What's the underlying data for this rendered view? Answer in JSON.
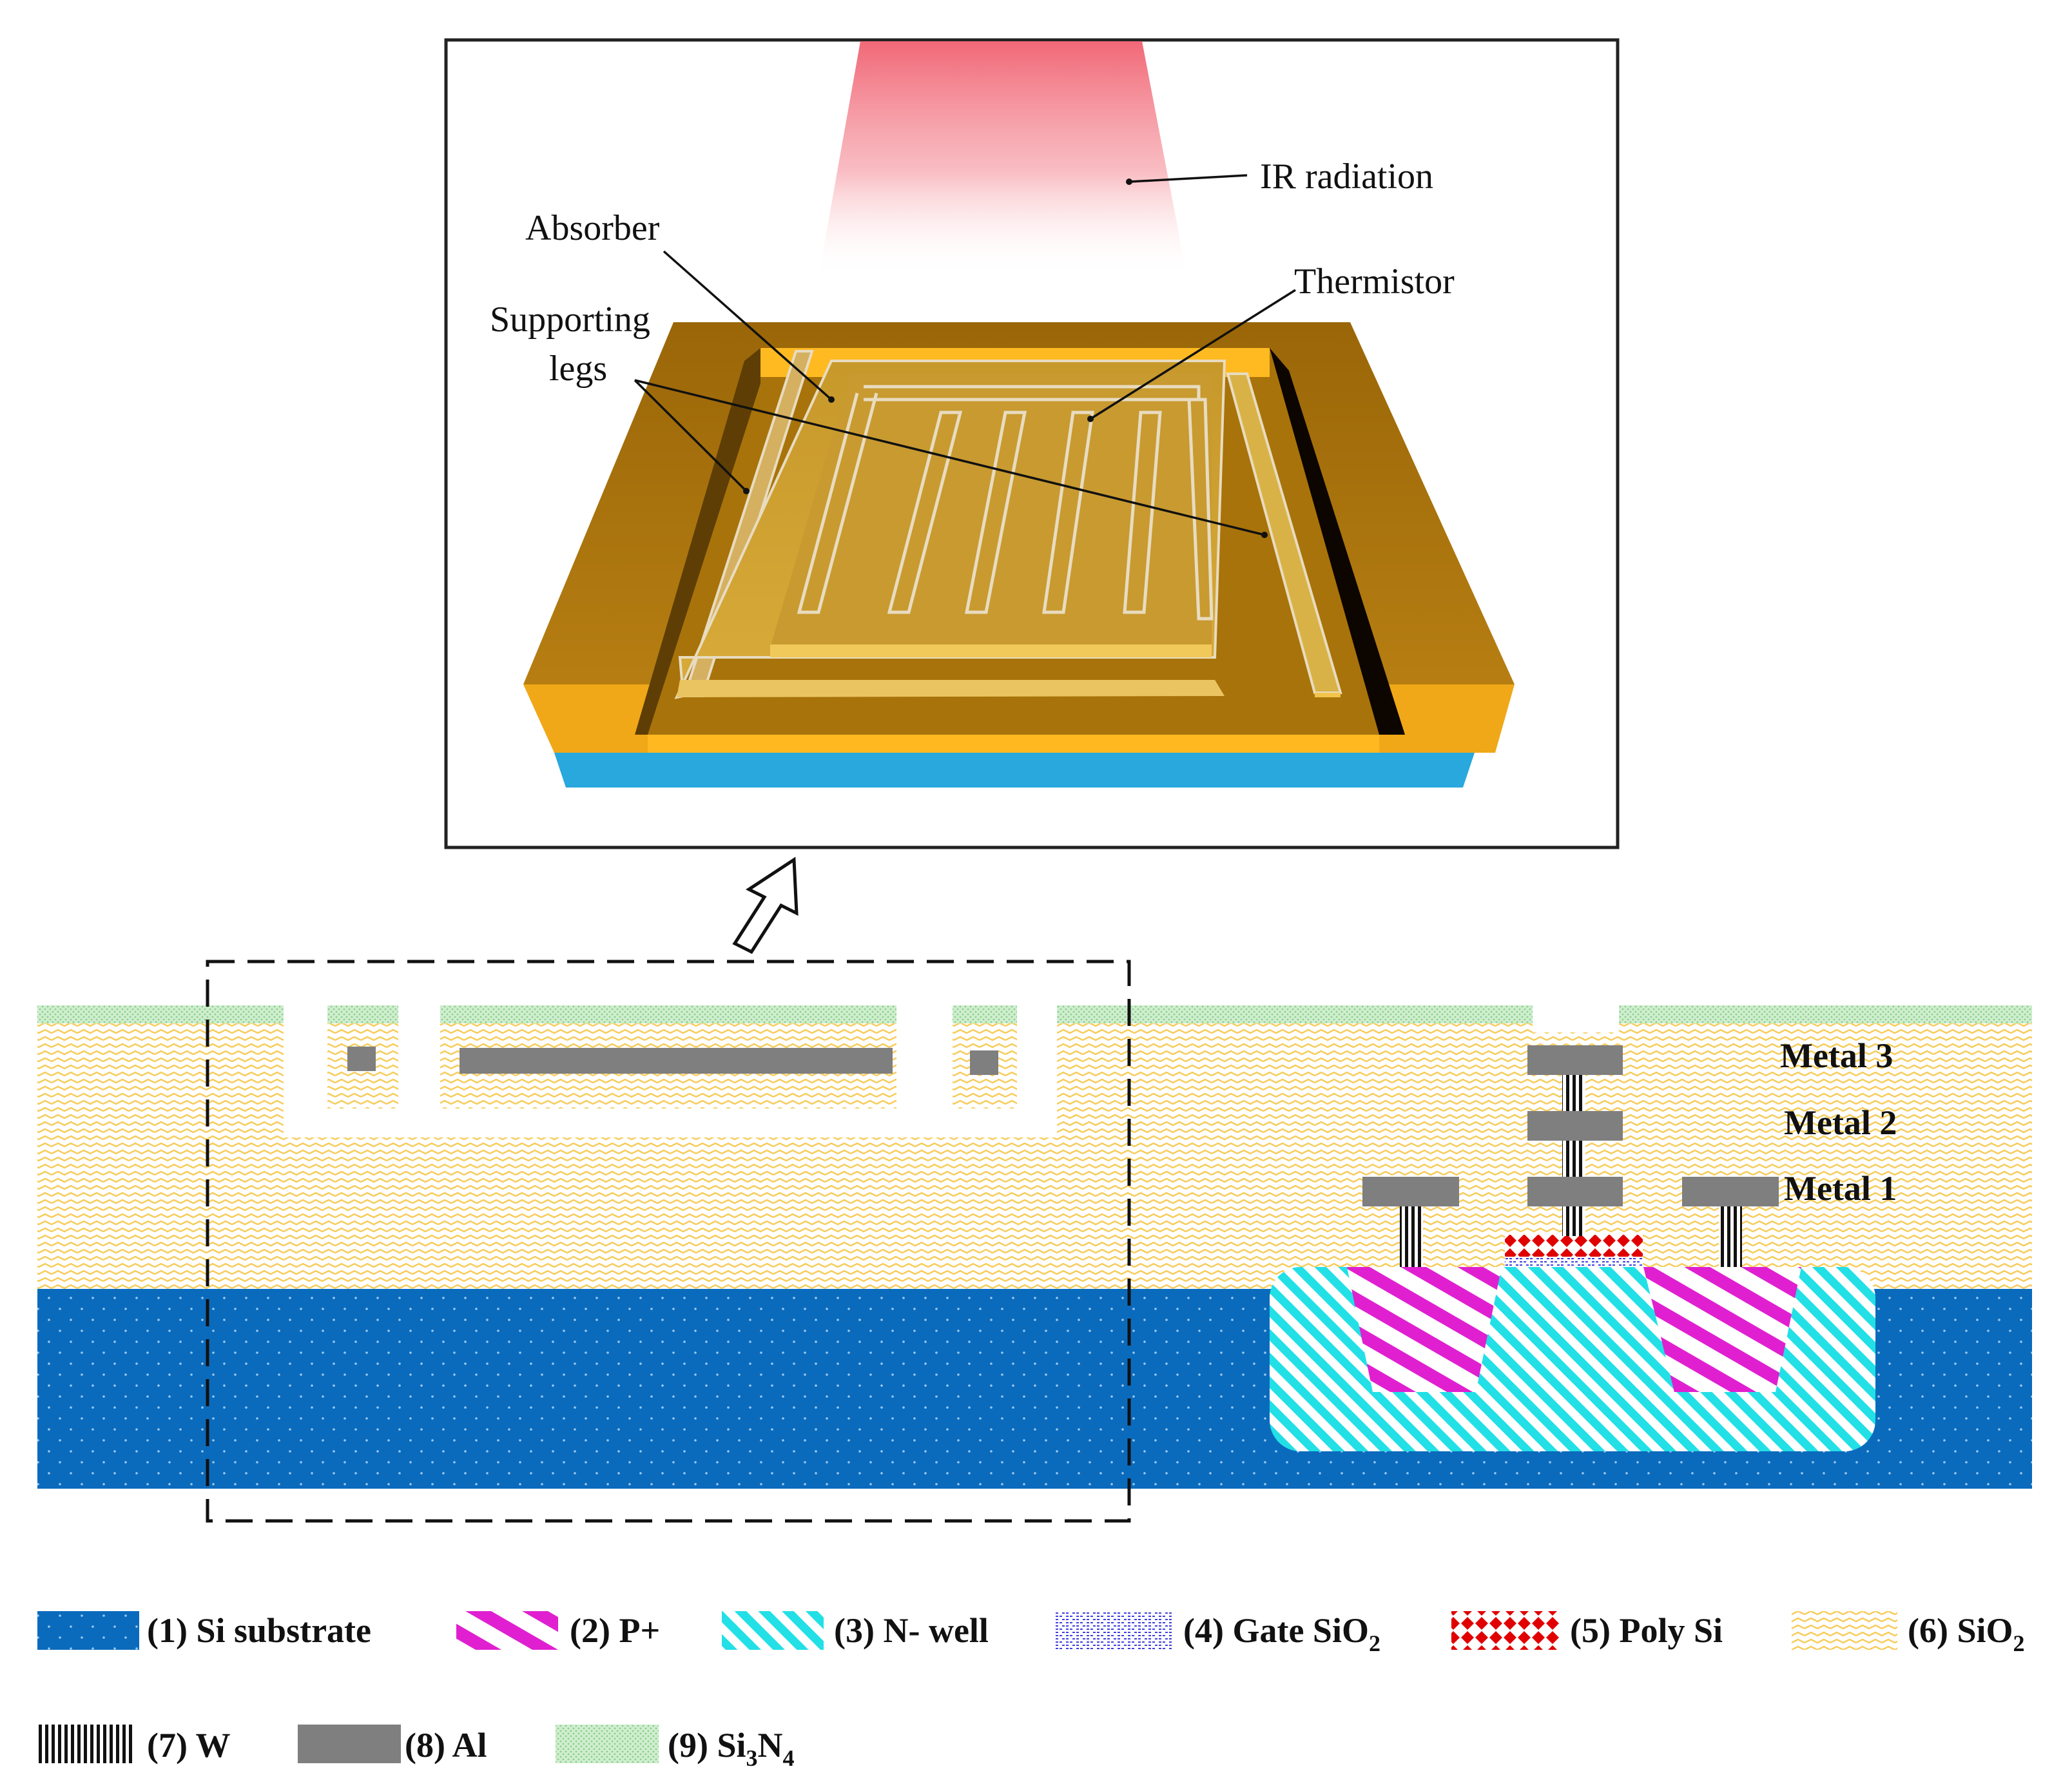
{
  "top_panel": {
    "labels": {
      "ir": "IR radiation",
      "absorber": "Absorber",
      "thermistor": "Thermistor",
      "legs_line1": "Supporting",
      "legs_line2": "legs"
    }
  },
  "cross_section": {
    "metal_labels": {
      "m3": "Metal 3",
      "m2": "Metal 2",
      "m1": "Metal 1"
    }
  },
  "legend": {
    "items": [
      {
        "key": "si",
        "label": "(1) Si substrate"
      },
      {
        "key": "pp",
        "label": "(2) P+"
      },
      {
        "key": "nw",
        "label": "(3) N- well"
      },
      {
        "key": "gox",
        "label_prefix": "(4) Gate SiO",
        "sub": "2"
      },
      {
        "key": "poly",
        "label": "(5) Poly Si"
      },
      {
        "key": "sio2",
        "label_prefix": "(6) SiO",
        "sub": "2"
      },
      {
        "key": "w",
        "label": "(7) W"
      },
      {
        "key": "al",
        "label": "(8) Al"
      },
      {
        "key": "sin",
        "label_prefix": "(9) Si",
        "sub": "3",
        "label_mid": "N",
        "sub2": "4"
      }
    ]
  },
  "colors": {
    "si_substrate": "#0a6bbd",
    "p_plus": "#e020d0",
    "n_well": "#22e0e6",
    "gate_sio2": "#4040e0",
    "poly_si": "#e00000",
    "sio2": "#f6cc5a",
    "tungsten": "#111111",
    "aluminum": "#7f7f7f",
    "si3n4": "#a8e0a8",
    "ir_beam": "#f06070",
    "device_gold": "#f0a818",
    "device_brown": "#a8730a",
    "substrate_blue": "#28a8dc"
  }
}
